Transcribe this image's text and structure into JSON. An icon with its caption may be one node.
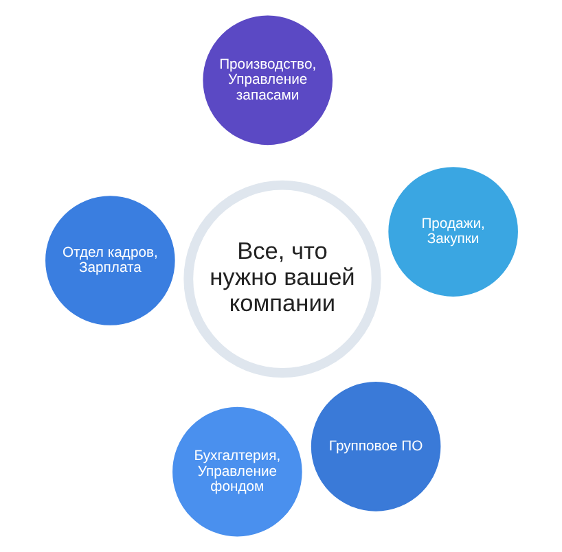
{
  "diagram": {
    "nodes": [
      {
        "text": [
          "Все, что нужно вашей компании"
        ]
      },
      {
        "text": [
          "Продажи, Закупки"
        ]
      },
      {
        "text": [
          "Бухгалтерия, Управление фондом"
        ]
      },
      {
        "text": [
          "Производство, Управление запасами"
        ]
      },
      {
        "text": [
          "Групповое ПО"
        ]
      },
      {
        "text": [
          "Отдел кадров, Зарплата"
        ]
      }
    ]
  }
}
